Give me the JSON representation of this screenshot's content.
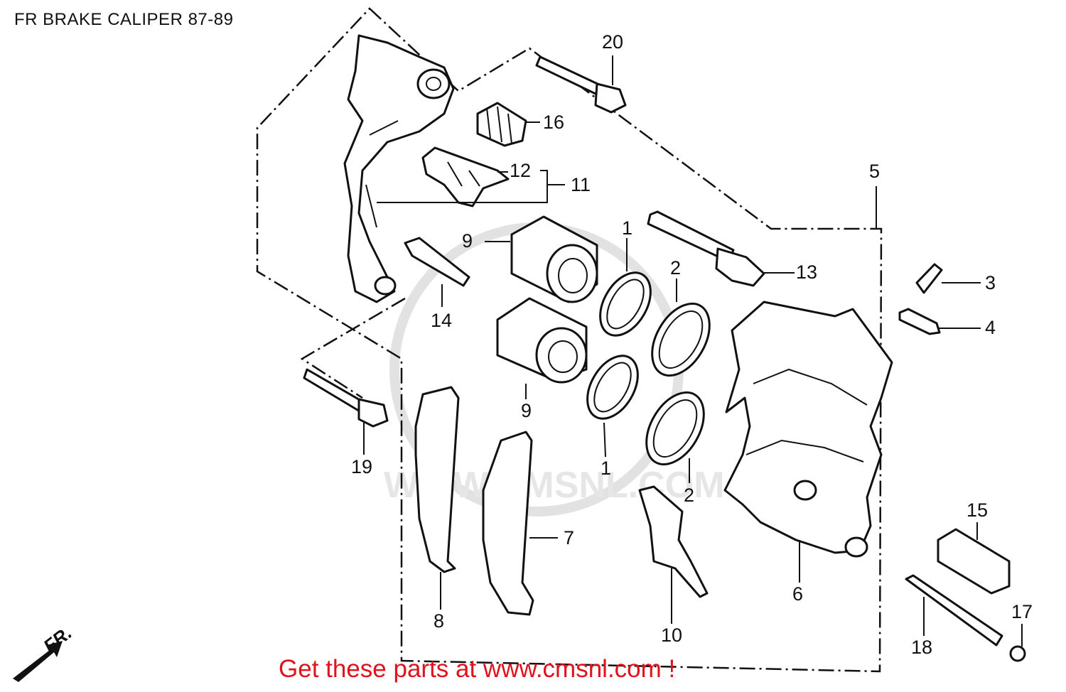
{
  "title": "FR BRAKE CALIPER 87-89",
  "footer": "Get these parts at www.cmsnl.com !",
  "watermark": "WWW.CMSNL.COM",
  "arrow_label": "FR.",
  "callouts": {
    "c1a": "1",
    "c1b": "1",
    "c2a": "2",
    "c2b": "2",
    "c3": "3",
    "c4": "4",
    "c5": "5",
    "c6": "6",
    "c7": "7",
    "c8": "8",
    "c9a": "9",
    "c9b": "9",
    "c10": "10",
    "c11": "11",
    "c12": "12",
    "c13": "13",
    "c14": "14",
    "c15": "15",
    "c16": "16",
    "c17": "17",
    "c18": "18",
    "c19": "19",
    "c20": "20"
  },
  "colors": {
    "footer": "#e0121b",
    "line": "#111111",
    "watermark": "#e2e2e2"
  }
}
